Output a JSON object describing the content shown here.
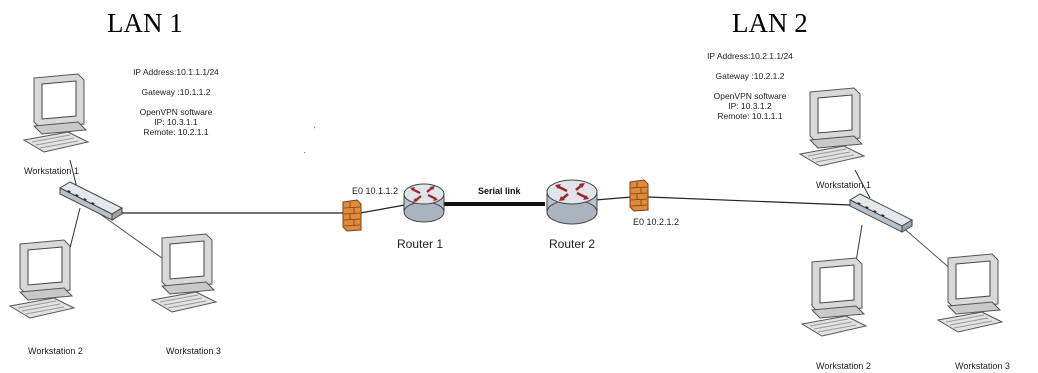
{
  "lan1": {
    "title": "LAN 1",
    "ip_address": "IP Address:10.1.1.1/24",
    "gateway": "Gateway :10.1.1.2",
    "openvpn": "OpenVPN software",
    "ip": "IP: 10.3.1.1",
    "remote": "Remote: 10.2.1.1",
    "workstations": [
      "Workstation 1",
      "Workstation 2",
      "Workstation 3"
    ],
    "interface": "E0 10.1.1.2"
  },
  "lan2": {
    "title": "LAN 2",
    "ip_address": "IP Address:10.2.1.1/24",
    "gateway": "Gateway :10.2.1.2",
    "openvpn": "OpenVPN software",
    "ip": "IP: 10.3.1.2",
    "remote": "Remote: 10.1.1.1",
    "workstations": [
      "Workstation 1",
      "Workstation 2",
      "Workstation 3"
    ],
    "interface": "E0 10.2.1.2"
  },
  "routers": [
    "Router 1",
    "Router 2"
  ],
  "serial_link": "Serial link",
  "colors": {
    "router_body": "#b8c2cc",
    "router_arrow": "#9c2a2a",
    "firewall": "#e08a3c",
    "monitor": "#d8d8d8",
    "screen": "#ffffff",
    "link": "#222222"
  }
}
